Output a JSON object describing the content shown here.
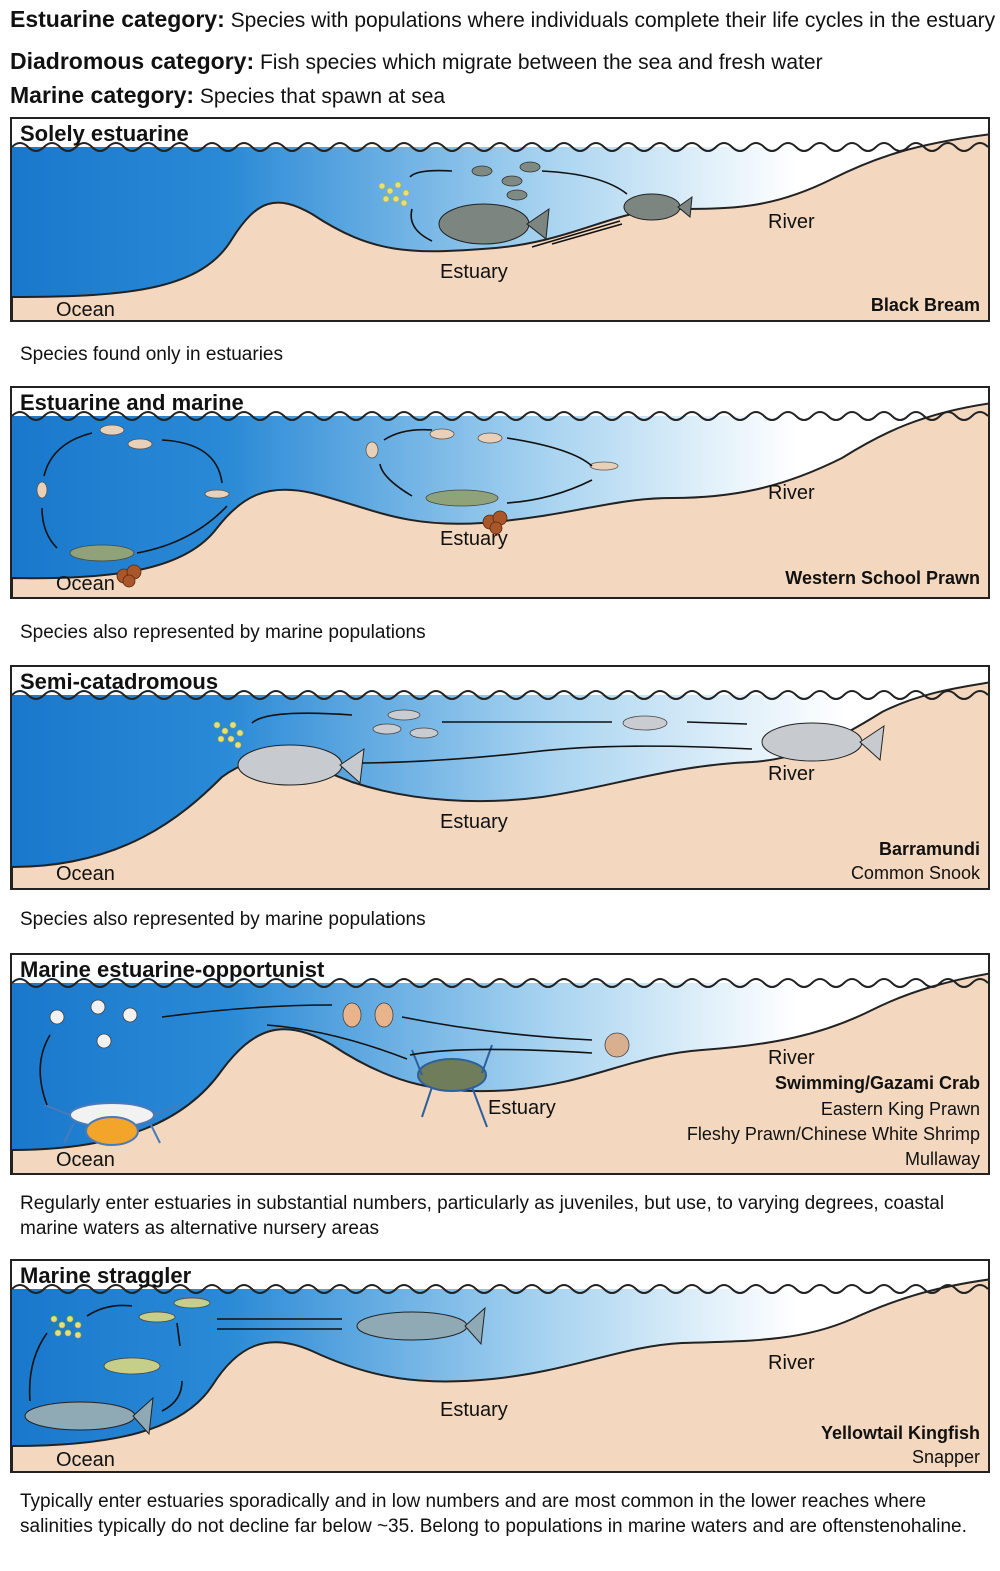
{
  "legend": [
    {
      "term": "Estuarine category:",
      "desc": "Species with populations where individuals complete their life cycles in the estuary"
    },
    {
      "term": "Diadromous category:",
      "desc": "Fish species which migrate between the sea and fresh water"
    },
    {
      "term": "Marine category:",
      "desc": "Species that spawn at sea"
    }
  ],
  "panels": [
    {
      "title": "Solely estuarine",
      "ocean": "Ocean",
      "estuary": "Estuary",
      "river": "River",
      "species": [
        "Black Bream"
      ],
      "caption": "Species found only in estuaries",
      "organisms": [
        "eggs",
        "juvenile-fish",
        "adult-fish"
      ]
    },
    {
      "title": "Estuarine and marine",
      "ocean": "Ocean",
      "estuary": "Estuary",
      "river": "River",
      "species": [
        "Western School Prawn"
      ],
      "caption": "Species also represented by marine populations",
      "organisms": [
        "prawn-larvae",
        "adult-prawn",
        "egg-mass"
      ]
    },
    {
      "title": "Semi-catadromous",
      "ocean": "Ocean",
      "estuary": "Estuary",
      "river": "River",
      "species": [
        "Barramundi",
        "Common Snook"
      ],
      "caption": "Species also represented by marine populations",
      "organisms": [
        "eggs",
        "juvenile-fish",
        "adult-fish"
      ]
    },
    {
      "title": "Marine estuarine-opportunist",
      "ocean": "Ocean",
      "estuary": "Estuary",
      "river": "River",
      "species": [
        "Swimming/Gazami Crab",
        "Eastern King Prawn",
        "Fleshy Prawn/Chinese White Shrimp",
        "Mullaway"
      ],
      "caption": "Regularly enter estuaries in substantial numbers, particularly as juveniles, but use, to varying degrees, coastal marine waters as alternative nursery areas",
      "organisms": [
        "crab-larvae",
        "adult-crab",
        "egg-bearing-crab"
      ]
    },
    {
      "title": "Marine straggler",
      "ocean": "Ocean",
      "estuary": "Estuary",
      "river": "River",
      "species": [
        "Yellowtail Kingfish",
        "Snapper"
      ],
      "caption": "Typically enter estuaries sporadically and in low numbers and are most common in the lower reaches where salinities typically do not decline far below ~35. Belong to populations in marine waters and are oftenstenohaline.",
      "organisms": [
        "eggs",
        "juvenile-fish",
        "adult-fish"
      ]
    }
  ],
  "colors": {
    "ocean": "#1f7fd0",
    "shallow": "#e9f4fb",
    "sand": "#f3d8bf",
    "outline": "#222222"
  }
}
